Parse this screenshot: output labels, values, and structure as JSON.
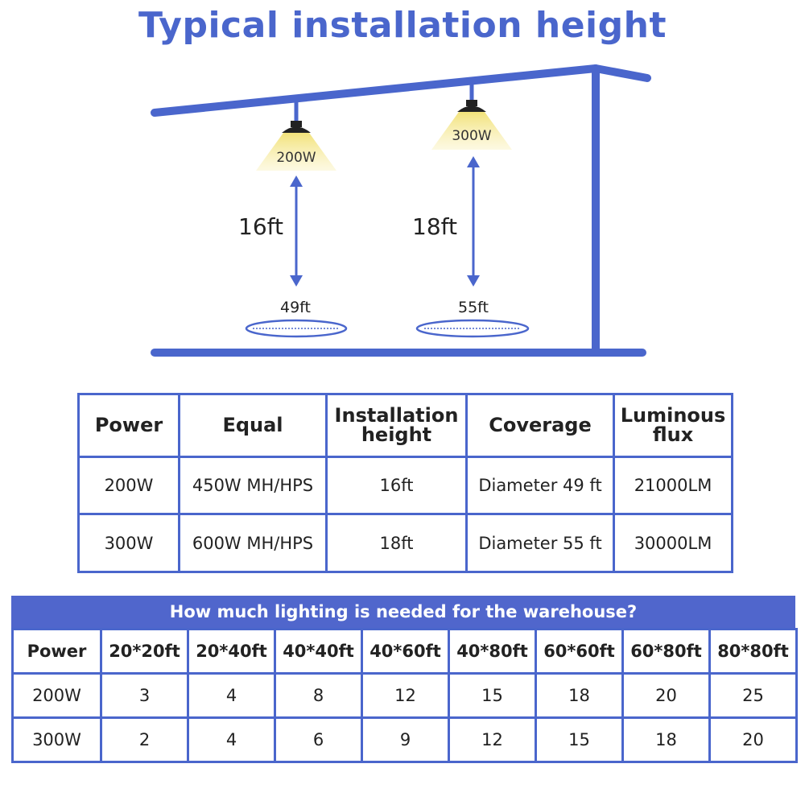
{
  "title": "Typical installation height",
  "diagram": {
    "colors": {
      "structure": "#4a66cc",
      "light_beam": "#f2e27a",
      "fixture": "#222222"
    },
    "lamps": [
      {
        "wattage": "200W",
        "height": "16ft",
        "coverage": "49ft"
      },
      {
        "wattage": "300W",
        "height": "18ft",
        "coverage": "55ft"
      }
    ]
  },
  "table1": {
    "headers": {
      "power": "Power",
      "equal": "Equal",
      "height_1": "Installation",
      "height_2": "height",
      "coverage": "Coverage",
      "flux_1": "Luminous",
      "flux_2": "flux"
    },
    "rows": [
      {
        "power": "200W",
        "equal": "450W MH/HPS",
        "height": "16ft",
        "coverage": "Diameter 49 ft",
        "flux": "21000LM"
      },
      {
        "power": "300W",
        "equal": "600W MH/HPS",
        "height": "18ft",
        "coverage": "Diameter 55 ft",
        "flux": "30000LM"
      }
    ]
  },
  "table2": {
    "title": "How much lighting is needed for the warehouse?",
    "headers": [
      "Power",
      "20*20ft",
      "20*40ft",
      "40*40ft",
      "40*60ft",
      "40*80ft",
      "60*60ft",
      "60*80ft",
      "80*80ft"
    ],
    "rows": [
      [
        "200W",
        "3",
        "4",
        "8",
        "12",
        "15",
        "18",
        "20",
        "25"
      ],
      [
        "300W",
        "2",
        "4",
        "6",
        "9",
        "12",
        "15",
        "18",
        "20"
      ]
    ]
  }
}
